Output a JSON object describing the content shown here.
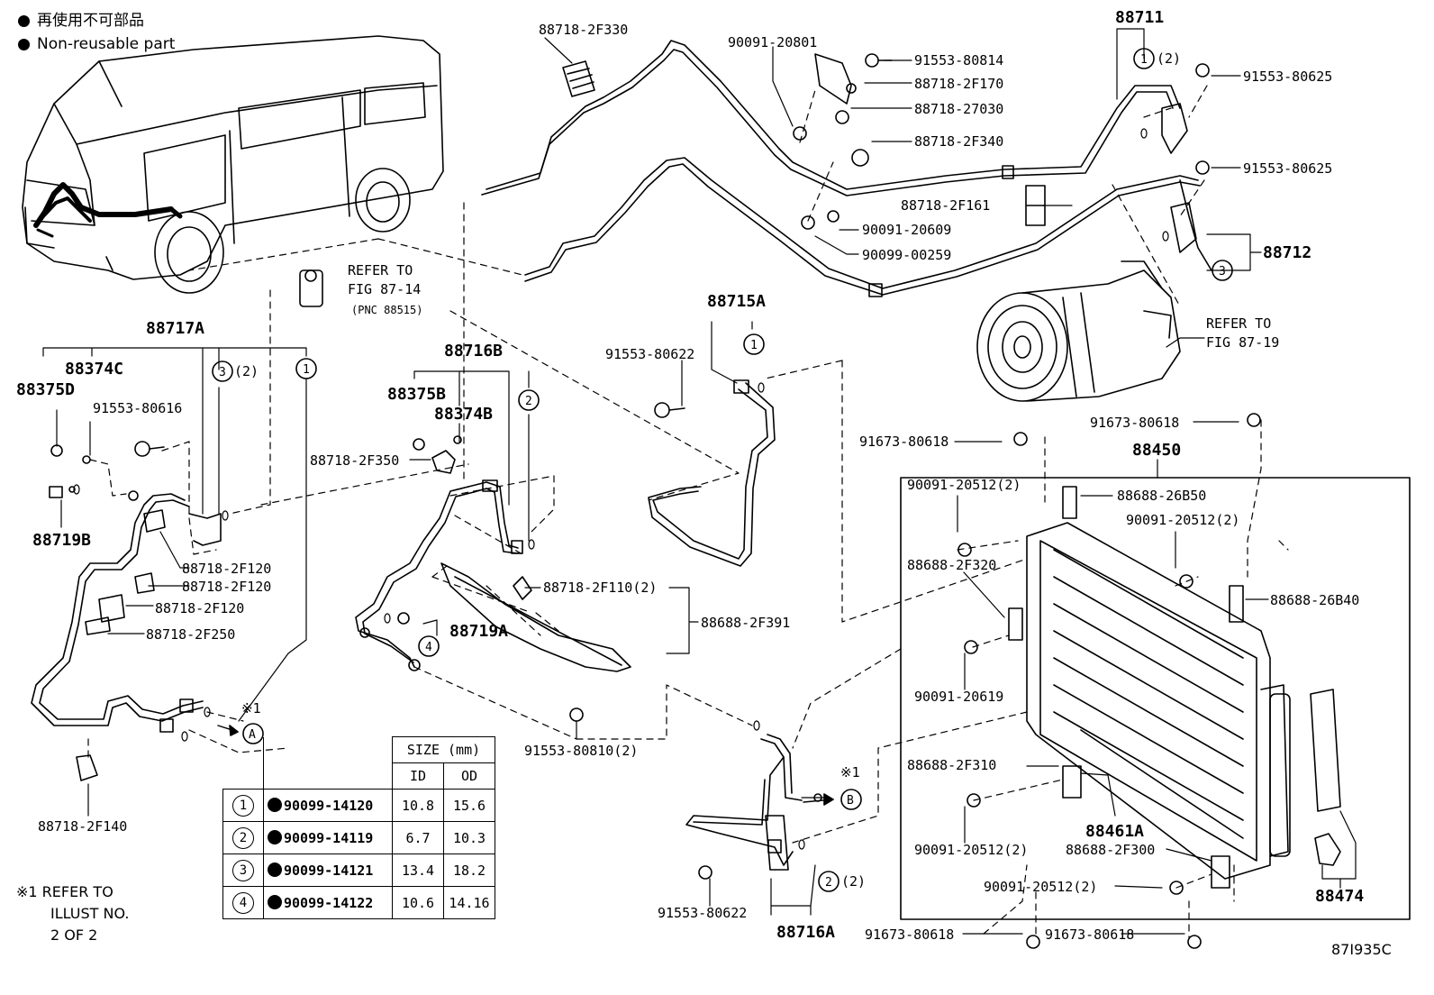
{
  "legend": {
    "line1": "再使用不可部品",
    "line2": "Non-reusable part"
  },
  "callouts": {
    "c1": "88718-2F330",
    "c2": "90091-20801",
    "c3": "91553-80814",
    "c4": "88718-2F170",
    "c5": "88718-27030",
    "c6": "88718-2F340",
    "c7": "88711",
    "c8": "1",
    "c9": "(2)",
    "c10": "91553-80625",
    "c11": "91553-80625",
    "c12": "88718-2F161",
    "c13": "90091-20609",
    "c14": "90099-00259",
    "c15": "88712",
    "c16": "3",
    "c17": "REFER TO",
    "c18": "FIG 87-14",
    "c19": "(PNC 88515)",
    "c20": "88717A",
    "c21": "88374C",
    "c22": "88375D",
    "c23": "3",
    "c24": "(2)",
    "c25": "1",
    "c26": "91553-80616",
    "c27": "88719B",
    "c28": "88718-2F120",
    "c29": "88718-2F120",
    "c30": "88718-2F120",
    "c31": "88718-2F250",
    "c32": "88716B",
    "c33": "88375B",
    "c34": "88374B",
    "c35": "2",
    "c36": "88718-2F350",
    "c37": "88715A",
    "c38": "91553-80622",
    "c39": "1",
    "c40": "REFER TO",
    "c41": "FIG 87-19",
    "c42": "88718-2F110(2)",
    "c43": "88688-2F391",
    "c44": "88719A",
    "c45": "4",
    "c46": "91553-80810(2)",
    "c47": "※1",
    "c48": "A",
    "c49": "88718-2F140",
    "c50": "91673-80618",
    "c51": "91673-80618",
    "c52": "88450",
    "c53": "90091-20512(2)",
    "c54": "88688-26B50",
    "c55": "90091-20512(2)",
    "c56": "88688-2F320",
    "c57": "88688-26B40",
    "c58": "90091-20619",
    "c59": "※1",
    "c60": "B",
    "c61": "88688-2F310",
    "c62": "88461A",
    "c63": "90091-20512(2)",
    "c64": "88688-2F300",
    "c65": "90091-20512(2)",
    "c66": "88474",
    "c67": "91553-80622",
    "c68": "88716A",
    "c69": "2",
    "c70": "(2)",
    "c71": "91673-80618",
    "c72": "91673-80618"
  },
  "spec_table": {
    "header_size": "SIZE (mm)",
    "header_id": "ID",
    "header_od": "OD",
    "rows": [
      {
        "num": "1",
        "part": "90099-14120",
        "id": "10.8",
        "od": "15.6"
      },
      {
        "num": "2",
        "part": "90099-14119",
        "id": "6.7",
        "od": "10.3"
      },
      {
        "num": "3",
        "part": "90099-14121",
        "id": "13.4",
        "od": "18.2"
      },
      {
        "num": "4",
        "part": "90099-14122",
        "id": "10.6",
        "od": "14.16"
      }
    ]
  },
  "note": {
    "line1": "※1  REFER TO",
    "line2": "ILLUST NO.",
    "line3": "2 OF 2"
  },
  "figure_id": "87I935C",
  "colors": {
    "ink": "#000000",
    "paper": "#ffffff"
  }
}
